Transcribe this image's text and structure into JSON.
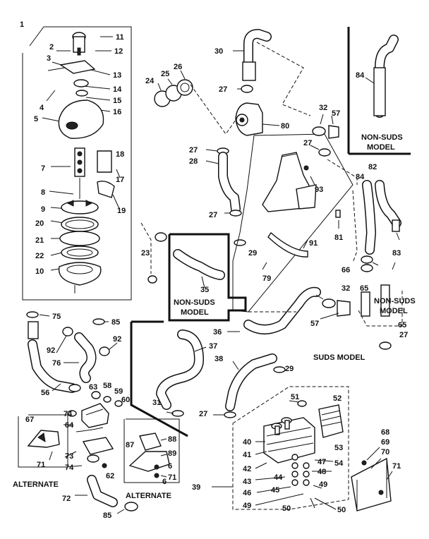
{
  "diagram": {
    "model_labels": {
      "non_suds_top_line1": "NON-SUDS",
      "non_suds_top_line2": "MODEL",
      "non_suds_mid_line1": "NON-SUDS",
      "non_suds_mid_line2": "MODEL",
      "non_suds_right_line1": "NON-SUDS",
      "non_suds_right_line2": "MODEL",
      "suds_model": "SUDS MODEL",
      "alternate_left": "ALTERNATE",
      "alternate_right": "ALTERNATE"
    },
    "part_numbers": {
      "p1": "1",
      "p2": "2",
      "p3": "3",
      "p4": "4",
      "p5": "5",
      "p6": "6",
      "p6b": "6",
      "p7": "7",
      "p8": "8",
      "p9": "9",
      "p10": "10",
      "p11": "11",
      "p12": "12",
      "p13": "13",
      "p14": "14",
      "p15": "15",
      "p16": "16",
      "p17": "17",
      "p18": "18",
      "p19": "19",
      "p20": "20",
      "p21": "21",
      "p22": "22",
      "p23": "23",
      "p24": "24",
      "p25": "25",
      "p26": "26",
      "p27a": "27",
      "p27b": "27",
      "p27c": "27",
      "p27d": "27",
      "p27e": "27",
      "p27f": "27",
      "p28": "28",
      "p29a": "29",
      "p29b": "29",
      "p30": "30",
      "p31": "31",
      "p32a": "32",
      "p32b": "32",
      "p35": "35",
      "p36": "36",
      "p37": "37",
      "p38": "38",
      "p39": "39",
      "p40": "40",
      "p41": "41",
      "p42": "42",
      "p43": "43",
      "p44": "44",
      "p45": "45",
      "p46": "46",
      "p47": "47",
      "p48": "48",
      "p49a": "49",
      "p49b": "49",
      "p50a": "50",
      "p50b": "50",
      "p51": "51",
      "p52": "52",
      "p53": "53",
      "p54": "54",
      "p56": "56",
      "p57a": "57",
      "p57b": "57",
      "p58": "58",
      "p59": "59",
      "p60": "60",
      "p62": "62",
      "p63": "63",
      "p64": "64",
      "p65a": "65",
      "p65b": "65",
      "p66": "66",
      "p67": "67",
      "p68": "68",
      "p69": "69",
      "p70": "70",
      "p71a": "71",
      "p71b": "71",
      "p71c": "71",
      "p72": "72",
      "p73": "73",
      "p74a": "74",
      "p74b": "74",
      "p75": "75",
      "p76": "76",
      "p79": "79",
      "p80": "80",
      "p81": "81",
      "p82": "82",
      "p83": "83",
      "p84a": "84",
      "p84b": "84",
      "p85a": "85",
      "p85b": "85",
      "p87": "87",
      "p88": "88",
      "p89": "89",
      "p91": "91",
      "p92a": "92",
      "p92b": "92",
      "p93": "93"
    }
  }
}
